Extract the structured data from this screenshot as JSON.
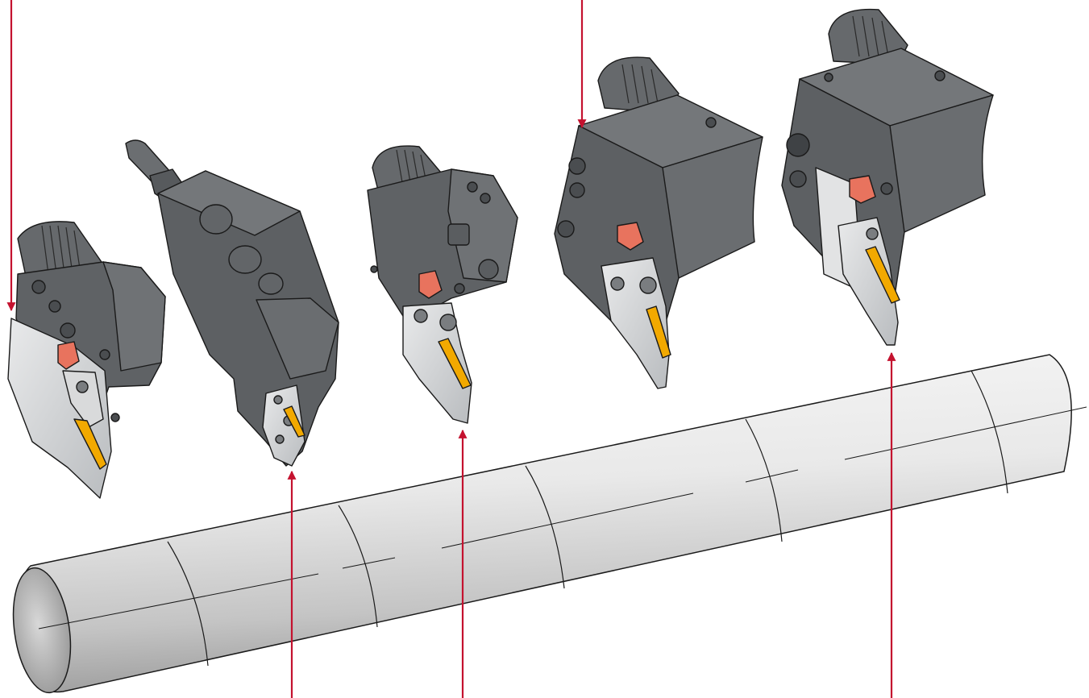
{
  "scene": {
    "background": "#ffffff",
    "colors": {
      "body_dark": "#5a5d60",
      "body_mid": "#6e7174",
      "body_light": "#85888b",
      "outline": "#1a1a1a",
      "blade": "#d4d6d8",
      "insert": "#f2a900",
      "clamp": "#e8735e",
      "pointer": "#c4122f",
      "bar_light": "#f4f4f4",
      "bar_shade": "#a9a9a9"
    },
    "tools": [
      {
        "name": "tool-holder-1",
        "icon": "tool-holder-icon"
      },
      {
        "name": "tool-holder-2",
        "icon": "tool-holder-coolant-icon"
      },
      {
        "name": "tool-holder-3",
        "icon": "tool-holder-icon"
      },
      {
        "name": "tool-holder-4",
        "icon": "tool-holder-icon"
      },
      {
        "name": "tool-holder-5",
        "icon": "tool-holder-icon"
      }
    ],
    "pointers": [
      {
        "name": "pointer-arrow-1",
        "direction": "down"
      },
      {
        "name": "pointer-arrow-2",
        "direction": "down"
      },
      {
        "name": "pointer-arrow-3",
        "direction": "up"
      },
      {
        "name": "pointer-arrow-4",
        "direction": "up"
      },
      {
        "name": "pointer-arrow-5",
        "direction": "up"
      }
    ]
  }
}
